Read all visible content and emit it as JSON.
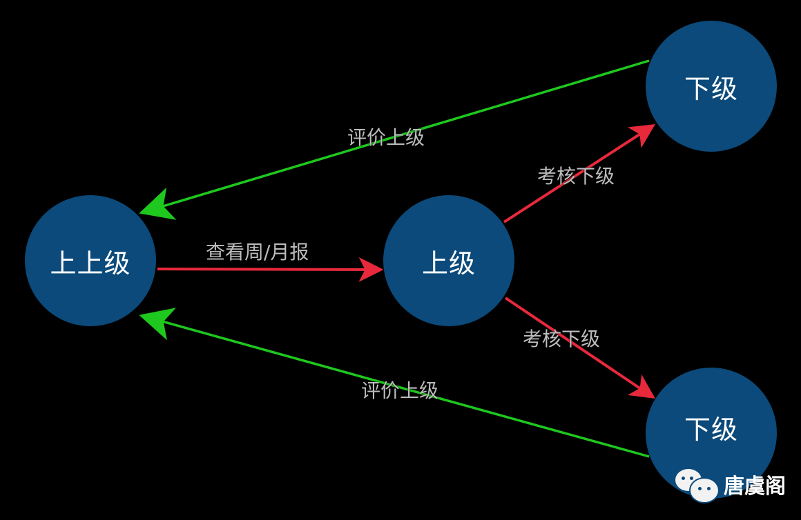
{
  "nodes": {
    "top_superior": {
      "label": "上上级"
    },
    "superior": {
      "label": "上级"
    },
    "subordinate_top": {
      "label": "下级"
    },
    "subordinate_bottom": {
      "label": "下级"
    }
  },
  "edges": {
    "view_reports": {
      "label": "查看周/月报",
      "color": "#e8293c"
    },
    "assess_top": {
      "label": "考核下级",
      "color": "#e8293c"
    },
    "assess_bottom": {
      "label": "考核下级",
      "color": "#e8293c"
    },
    "evaluate_top": {
      "label": "评价上级",
      "color": "#1ec81e"
    },
    "evaluate_bottom": {
      "label": "评价上级",
      "color": "#1ec81e"
    }
  },
  "colors": {
    "node_fill": "#0b4a7a",
    "background": "#000000",
    "label_text": "#bdbdbd"
  },
  "watermark": {
    "icon": "wechat-icon",
    "text": "唐虞阁"
  }
}
